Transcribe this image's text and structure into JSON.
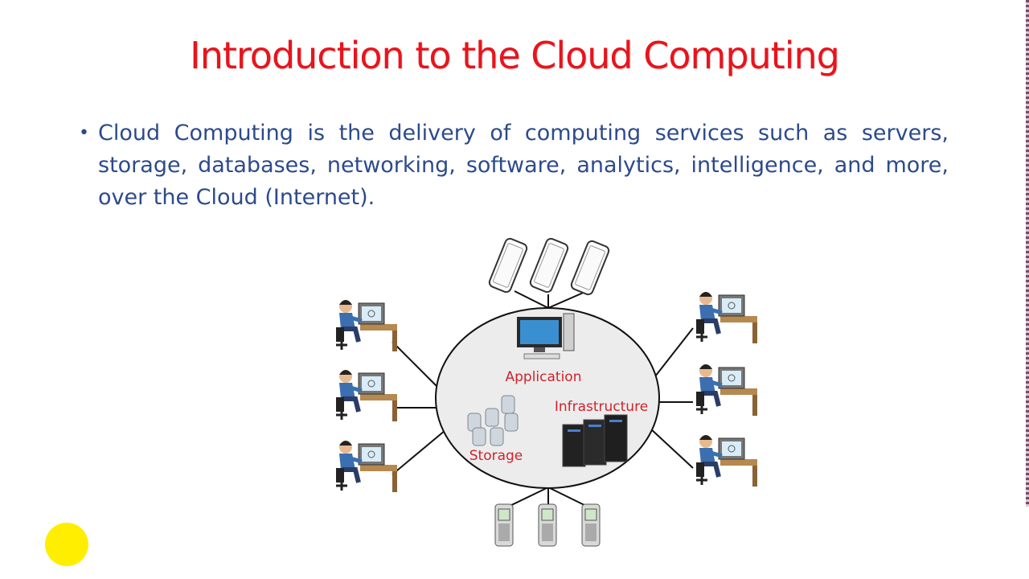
{
  "slide": {
    "title": "Introduction to the Cloud Computing",
    "bullet": "Cloud Computing is the delivery of computing services such as servers, storage, databases, networking, software, analytics, intelligence, and more, over the Cloud (Internet)."
  },
  "diagram": {
    "labels": {
      "application": "Application",
      "infrastructure": "Infrastructure",
      "storage": "Storage"
    },
    "colors": {
      "title": "#e8141c",
      "text": "#2c4a8c",
      "label": "#d0232a",
      "cloud_fill": "#ececec",
      "pointer": "#ffee00"
    },
    "icons": [
      "person-at-computer-icon",
      "smartphone-icon",
      "mobile-phone-icon",
      "desktop-computer-icon",
      "database-stack-icon",
      "server-rack-icon"
    ]
  }
}
